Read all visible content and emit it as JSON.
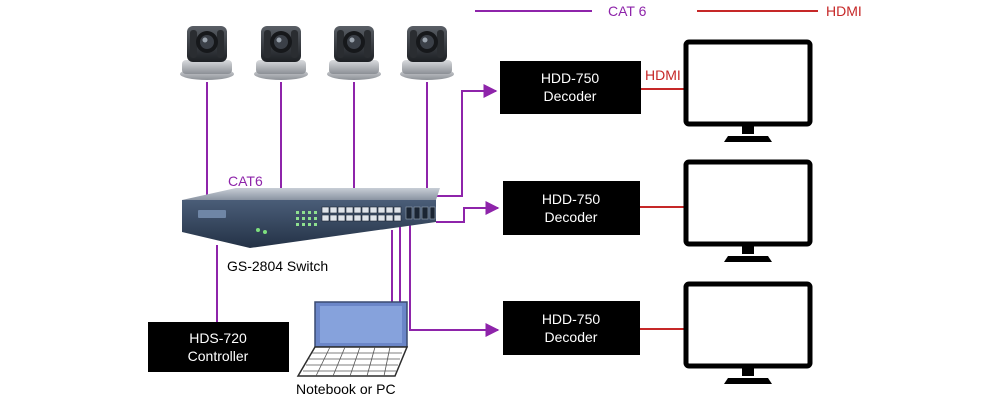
{
  "legend": {
    "cat6_label": "CAT 6",
    "hdmi_label": "HDMI"
  },
  "colors": {
    "cat6": "#8e24aa",
    "hdmi": "#c62828",
    "box_fill": "#000000",
    "box_text": "#ffffff",
    "switch_body": "#3d4f66"
  },
  "labels": {
    "cat6_inline": "CAT6",
    "hdmi_inline": "HDMI",
    "switch": "GS-2804 Switch",
    "notebook": "Notebook or PC"
  },
  "controller": {
    "line1": "HDS-720",
    "line2": "Controller"
  },
  "decoders": [
    {
      "line1": "HDD-750",
      "line2": "Decoder"
    },
    {
      "line1": "HDD-750",
      "line2": "Decoder"
    },
    {
      "line1": "HDD-750",
      "line2": "Decoder"
    }
  ],
  "cameras": [
    {
      "icon": "ptz-camera-icon"
    },
    {
      "icon": "ptz-camera-icon"
    },
    {
      "icon": "ptz-camera-icon"
    },
    {
      "icon": "ptz-camera-icon"
    }
  ],
  "monitors": [
    {
      "icon": "monitor-icon"
    },
    {
      "icon": "monitor-icon"
    },
    {
      "icon": "monitor-icon"
    }
  ]
}
